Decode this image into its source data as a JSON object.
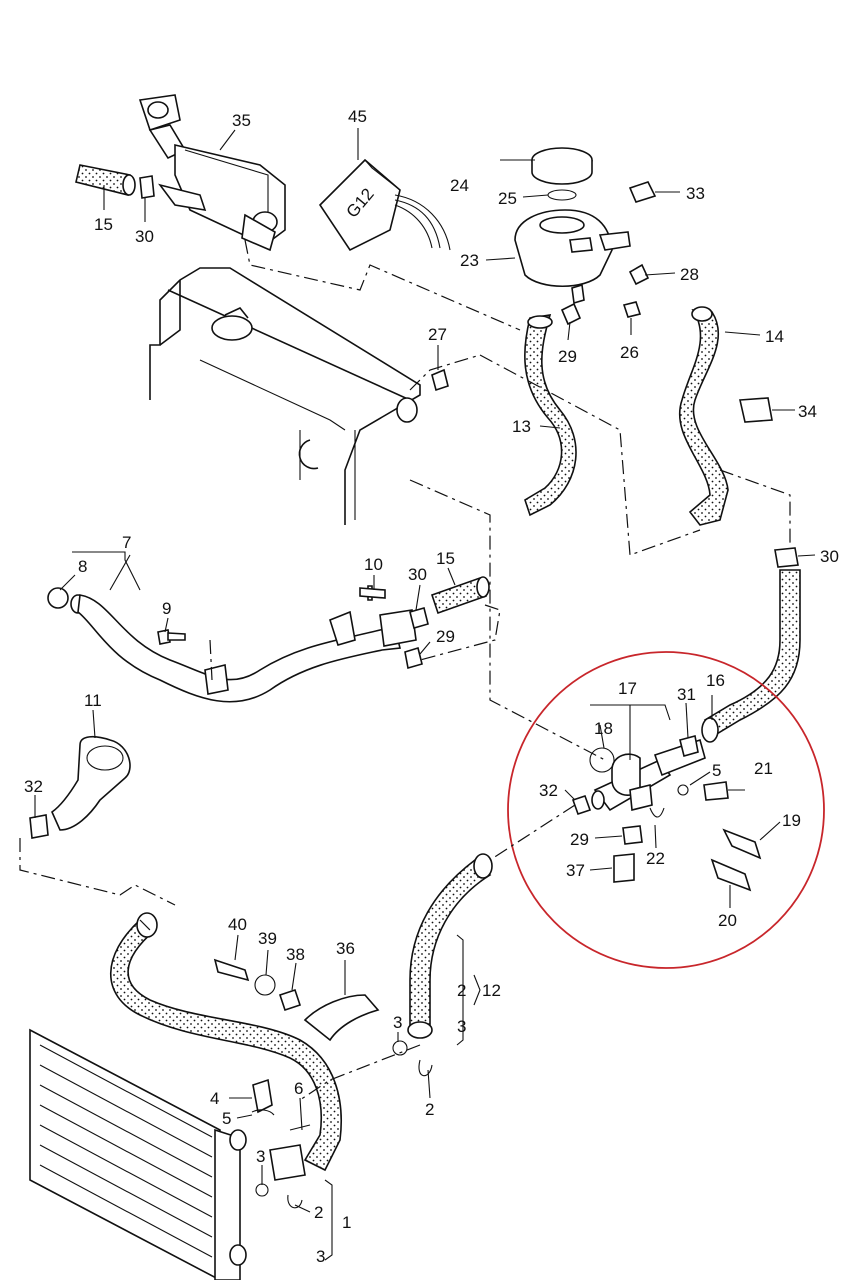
{
  "diagram": {
    "callouts": [
      {
        "id": "c35",
        "text": "35"
      },
      {
        "id": "c45",
        "text": "45"
      },
      {
        "id": "c24",
        "text": "24"
      },
      {
        "id": "c25",
        "text": "25"
      },
      {
        "id": "c33",
        "text": "33"
      },
      {
        "id": "c23",
        "text": "23"
      },
      {
        "id": "c28",
        "text": "28"
      },
      {
        "id": "c15a",
        "text": "15"
      },
      {
        "id": "c30a",
        "text": "30"
      },
      {
        "id": "c27",
        "text": "27"
      },
      {
        "id": "c29a",
        "text": "29"
      },
      {
        "id": "c26",
        "text": "26"
      },
      {
        "id": "c14",
        "text": "14"
      },
      {
        "id": "c13",
        "text": "13"
      },
      {
        "id": "c34",
        "text": "34"
      },
      {
        "id": "c30b",
        "text": "30"
      },
      {
        "id": "c7",
        "text": "7"
      },
      {
        "id": "c8",
        "text": "8"
      },
      {
        "id": "c10",
        "text": "10"
      },
      {
        "id": "c30c",
        "text": "30"
      },
      {
        "id": "c15b",
        "text": "15"
      },
      {
        "id": "c9",
        "text": "9"
      },
      {
        "id": "c29b",
        "text": "29"
      },
      {
        "id": "c11",
        "text": "11"
      },
      {
        "id": "c17",
        "text": "17"
      },
      {
        "id": "c16",
        "text": "16"
      },
      {
        "id": "c31",
        "text": "31"
      },
      {
        "id": "c18",
        "text": "18"
      },
      {
        "id": "c21",
        "text": "21"
      },
      {
        "id": "c5a",
        "text": "5"
      },
      {
        "id": "c32a",
        "text": "32"
      },
      {
        "id": "c32b",
        "text": "32"
      },
      {
        "id": "c19",
        "text": "19"
      },
      {
        "id": "c29c",
        "text": "29"
      },
      {
        "id": "c22",
        "text": "22"
      },
      {
        "id": "c37",
        "text": "37"
      },
      {
        "id": "c20",
        "text": "20"
      },
      {
        "id": "c40",
        "text": "40"
      },
      {
        "id": "c39",
        "text": "39"
      },
      {
        "id": "c38",
        "text": "38"
      },
      {
        "id": "c36",
        "text": "36"
      },
      {
        "id": "c2a",
        "text": "2"
      },
      {
        "id": "c12",
        "text": "12"
      },
      {
        "id": "c3a",
        "text": "3"
      },
      {
        "id": "c3b",
        "text": "3"
      },
      {
        "id": "c2b",
        "text": "2"
      },
      {
        "id": "c4",
        "text": "4"
      },
      {
        "id": "c5b",
        "text": "5"
      },
      {
        "id": "c6",
        "text": "6"
      },
      {
        "id": "c3c",
        "text": "3"
      },
      {
        "id": "c2c",
        "text": "2"
      },
      {
        "id": "c1",
        "text": "1"
      },
      {
        "id": "c3d",
        "text": "3"
      }
    ],
    "sensor_marking": "G12",
    "highlight_color": "#c8262b",
    "line_color": "#111111"
  }
}
